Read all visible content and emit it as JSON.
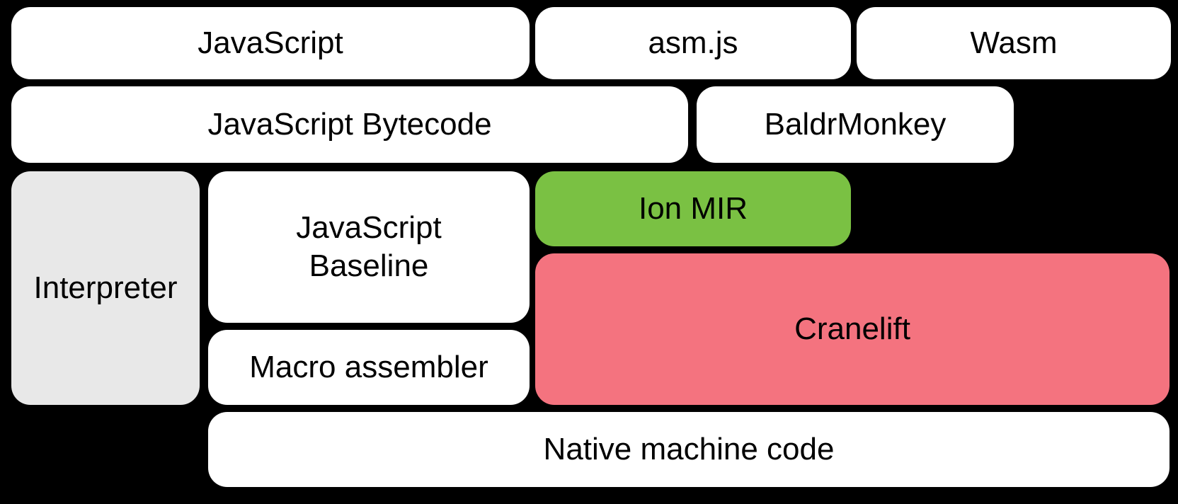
{
  "diagram": {
    "background_color": "#000000",
    "text_color": "#000000",
    "boxes": {
      "javascript": {
        "label": "JavaScript",
        "color": "#ffffff"
      },
      "asmjs": {
        "label": "asm.js",
        "color": "#ffffff"
      },
      "wasm": {
        "label": "Wasm",
        "color": "#ffffff"
      },
      "js_bytecode": {
        "label": "JavaScript Bytecode",
        "color": "#ffffff"
      },
      "baldrmonkey": {
        "label": "BaldrMonkey",
        "color": "#ffffff"
      },
      "interpreter": {
        "label": "Interpreter",
        "color": "#e8e8e8"
      },
      "js_baseline": {
        "label": "JavaScript Baseline",
        "color": "#ffffff"
      },
      "ion_mir": {
        "label": "Ion MIR",
        "color": "#7ac143"
      },
      "cranelift": {
        "label": "Cranelift",
        "color": "#f4737f"
      },
      "macro_assembler": {
        "label": "Macro assembler",
        "color": "#ffffff"
      },
      "native_machine_code": {
        "label": "Native machine code",
        "color": "#ffffff"
      }
    }
  }
}
